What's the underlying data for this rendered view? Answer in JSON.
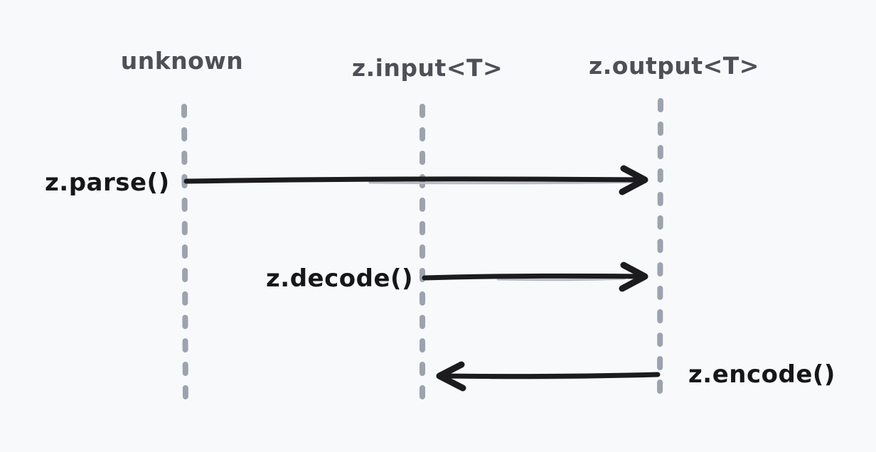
{
  "diagram": {
    "type": "sequence",
    "background": "#f8f9fb",
    "lifeline_color": "#9ca3af",
    "arrow_color": "#1c1c1f",
    "actor_label_color": "#4e4f57",
    "message_label_color": "#17171a",
    "actors": [
      {
        "label": "unknown"
      },
      {
        "label": "z.input<T>"
      },
      {
        "label": "z.output<T>"
      }
    ],
    "messages": [
      {
        "label": "z.parse()",
        "from": "unknown",
        "to": "z.output<T>",
        "direction": "right"
      },
      {
        "label": "z.decode()",
        "from": "z.input<T>",
        "to": "z.output<T>",
        "direction": "right"
      },
      {
        "label": "z.encode()",
        "from": "z.output<T>",
        "to": "z.input<T>",
        "direction": "left"
      }
    ]
  }
}
